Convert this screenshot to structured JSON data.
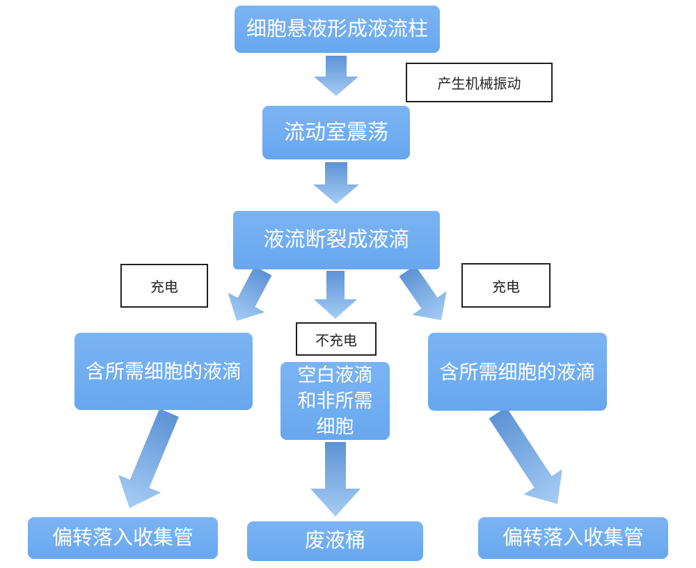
{
  "diagram": {
    "nodes": {
      "top": "细胞悬液形成液流柱",
      "chamber": "流动室震荡",
      "breakup": "液流断裂成液滴",
      "left_droplet": "含所需细胞的液滴",
      "center_droplet_lines": [
        "空白液滴",
        "和非所需",
        "细胞"
      ],
      "right_droplet": "含所需细胞的液滴",
      "left_collect": "偏转落入收集管",
      "waste": "废液桶",
      "right_collect": "偏转落入收集管"
    },
    "labels": {
      "vibration": "产生机械振动",
      "charge_left": "充电",
      "no_charge": "不充电",
      "charge_right": "充电"
    },
    "colors": {
      "node_fill": "#68A7EE",
      "node_fill_light": "#7BB4F4",
      "node_text": "#FFFFFF",
      "arrow_dark": "#5C92D5",
      "arrow_light": "#A6CDF4",
      "label_border": "#1F1F1F",
      "label_text": "#222222"
    }
  }
}
